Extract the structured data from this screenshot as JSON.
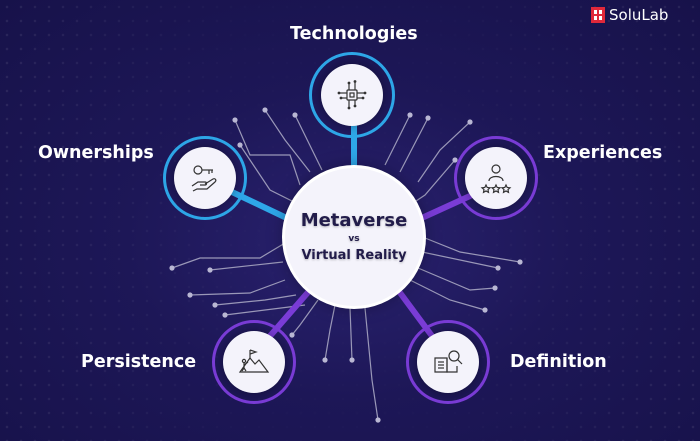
{
  "brand": {
    "name": "SoluLab",
    "color": "#e0283a"
  },
  "center": {
    "line1": "Metaverse",
    "line2": "vs",
    "line3": "Virtual Reality"
  },
  "nodes": [
    {
      "label": "Technologies",
      "icon": "microchip-icon",
      "color": "#2ea7e8"
    },
    {
      "label": "Ownerships",
      "icon": "key-hand-icon",
      "color": "#2ea7e8"
    },
    {
      "label": "Experiences",
      "icon": "user-rating-icon",
      "color": "#7a3cd6"
    },
    {
      "label": "Persistence",
      "icon": "mountain-climb-icon",
      "color": "#7a3cd6"
    },
    {
      "label": "Definition",
      "icon": "book-search-icon",
      "color": "#7a3cd6"
    }
  ]
}
